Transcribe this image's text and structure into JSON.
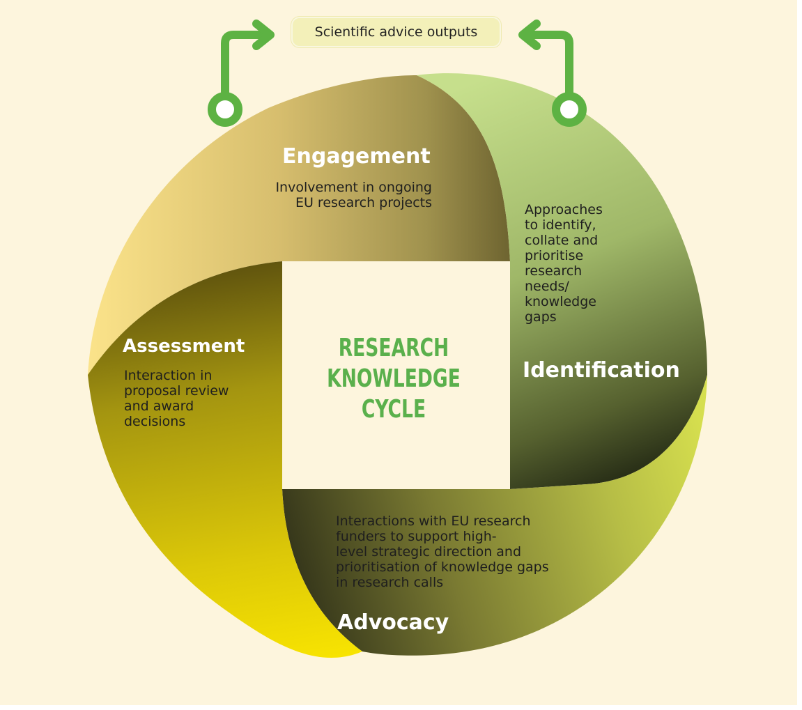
{
  "diagram": {
    "center_title": [
      "RESEARCH",
      "KNOWLEDGE",
      "CYCLE"
    ],
    "outputs_label": "Scientific advice outputs",
    "stages": {
      "engagement": {
        "heading": "Engagement",
        "description": [
          "Involvement in ongoing",
          "EU research projects"
        ]
      },
      "identification": {
        "heading": "Identification",
        "description": [
          "Approaches",
          "to identify,",
          "collate and",
          "prioritise",
          "research",
          "needs/",
          "knowledge",
          "gaps"
        ]
      },
      "assessment": {
        "heading": "Assessment",
        "description": [
          "Interaction in",
          "proposal review",
          "and award",
          "decisions"
        ]
      },
      "advocacy": {
        "heading": "Advocacy",
        "description": [
          "Interactions with EU research",
          "funders to support high-",
          "level strategic direction and",
          "prioritisation of knowledge gaps",
          "in research calls"
        ]
      }
    },
    "colors": {
      "background": "#fdf5dd",
      "accent_green": "#5ab04c",
      "arrow_green": "#5db243",
      "engagement_light": "#f6dc7c",
      "engagement_dark": "#6e6430",
      "identification_light": "#c4dc8a",
      "identification_dark": "#1e2412",
      "advocacy_light": "#ccd54a",
      "advocacy_dark": "#3a3b1a",
      "assessment_light": "#f8e400",
      "assessment_dark": "#5e520e"
    }
  }
}
